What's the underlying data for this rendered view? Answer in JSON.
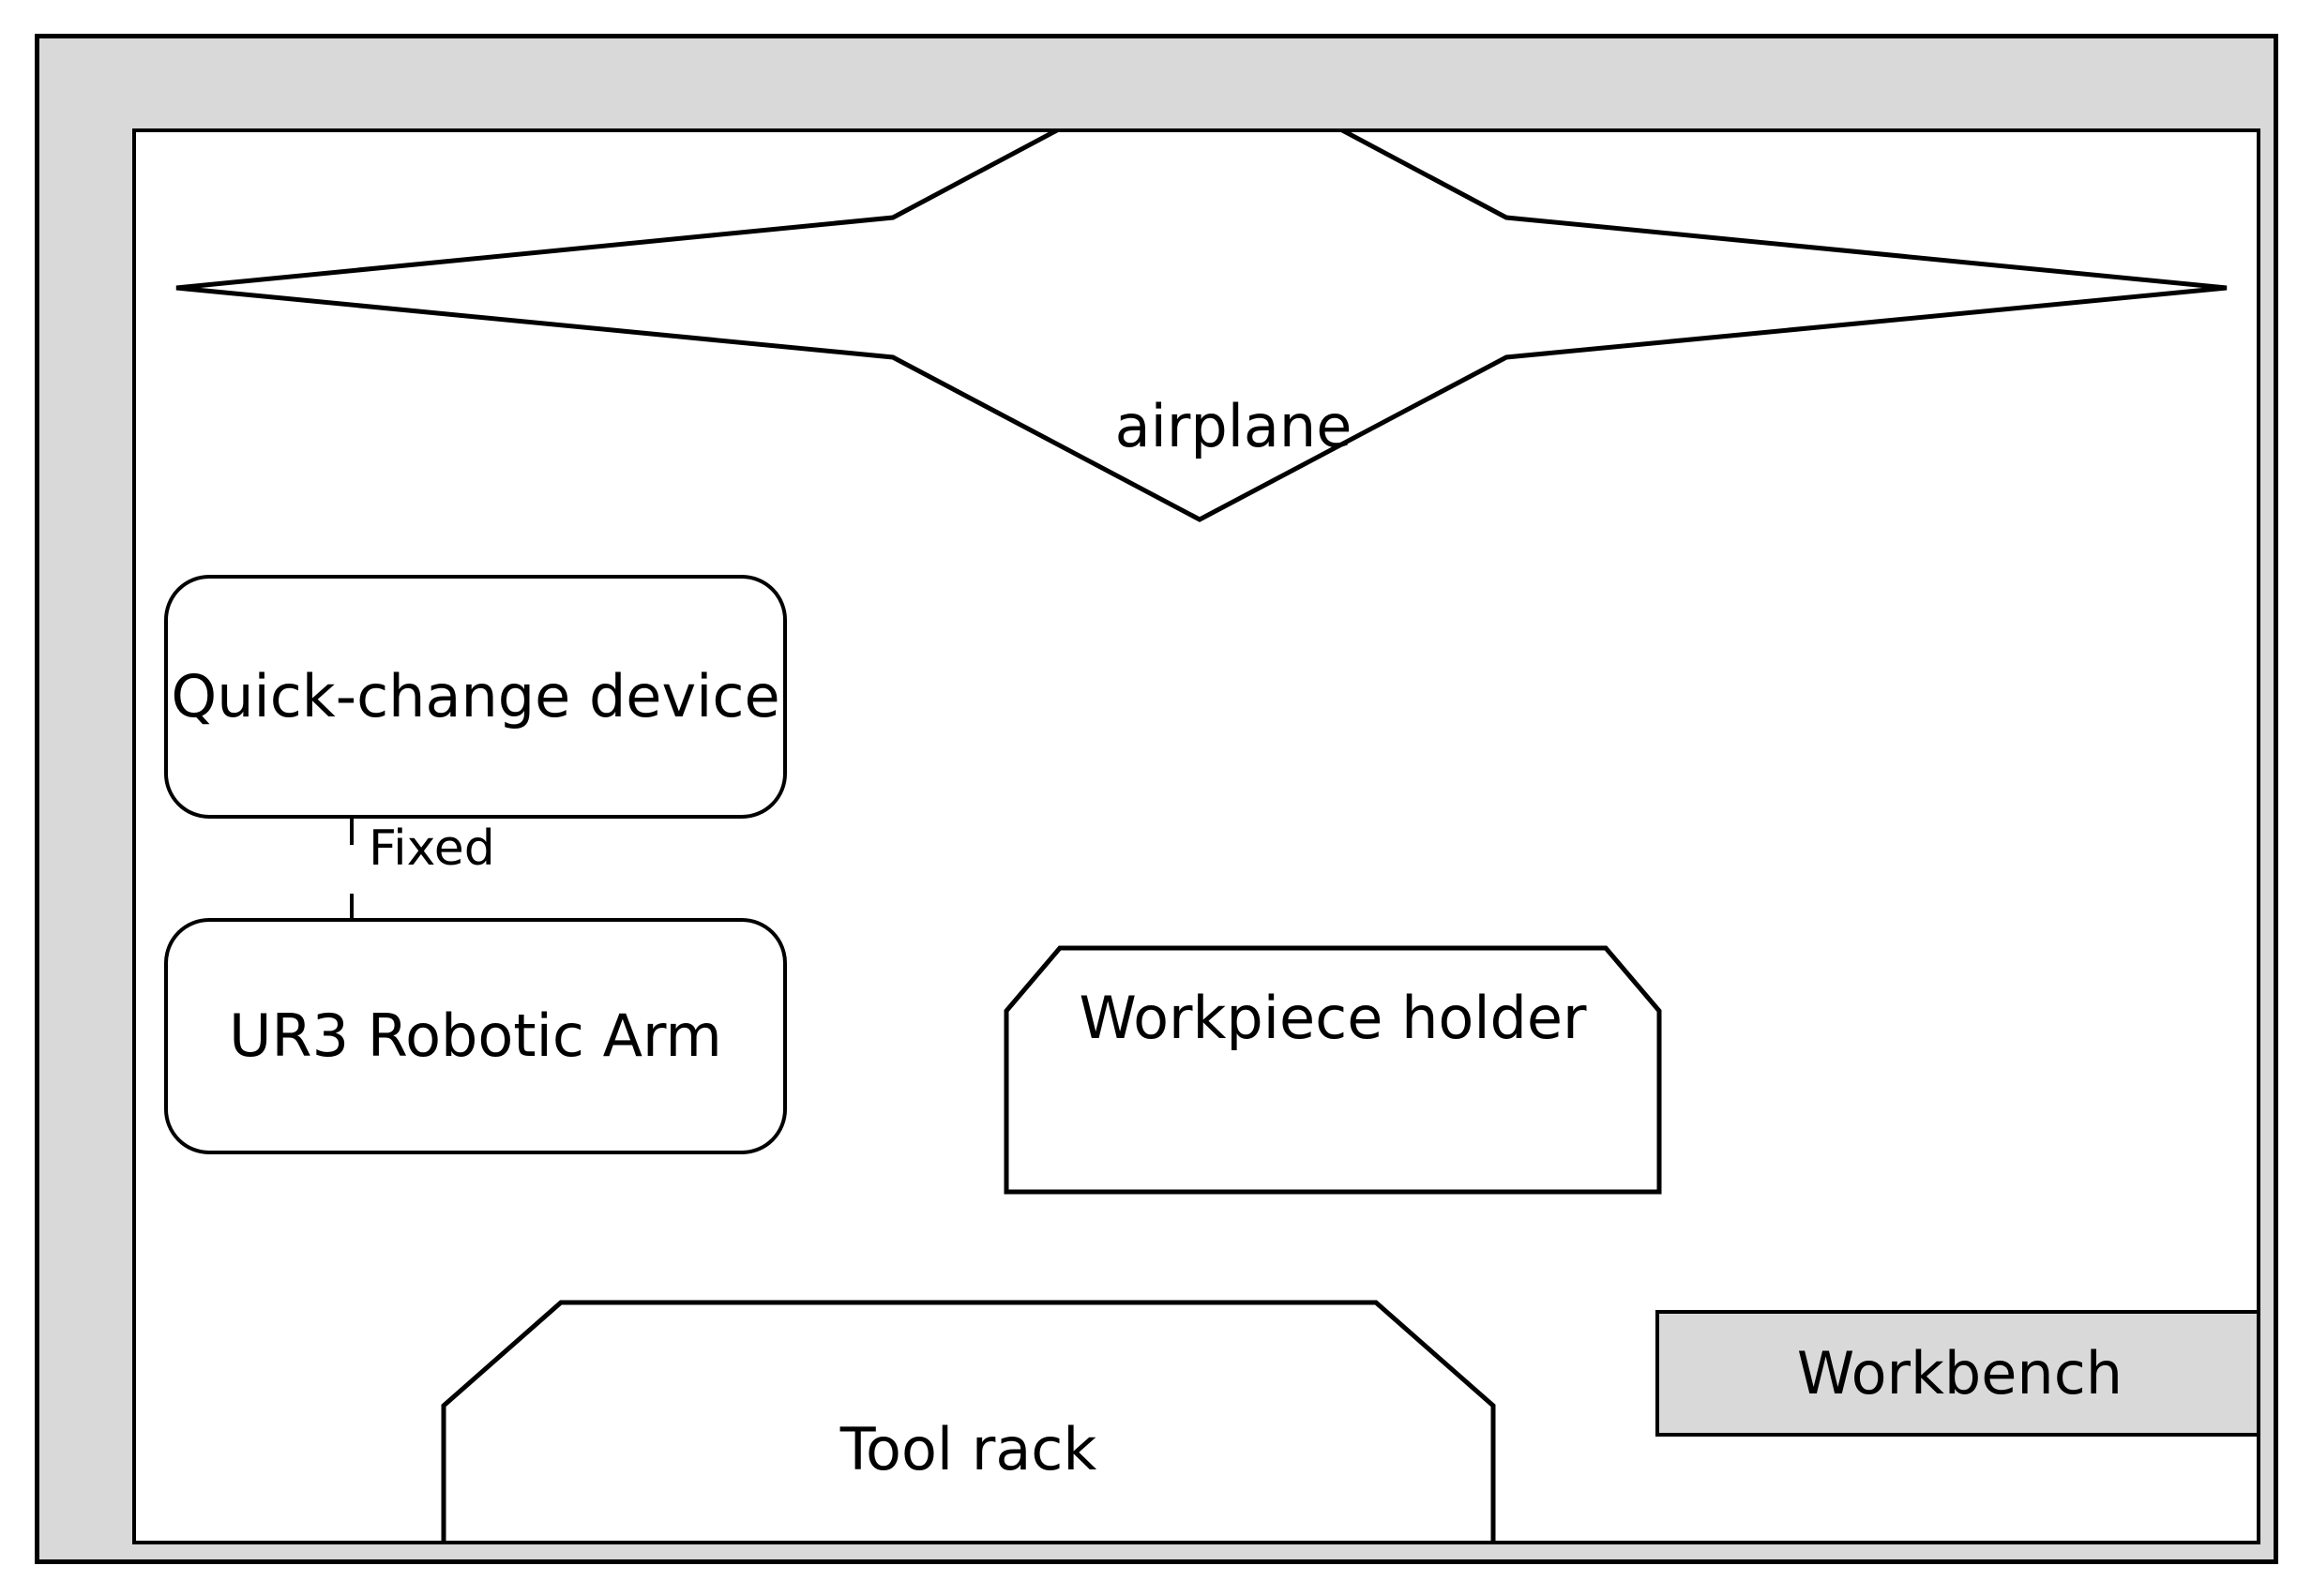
{
  "diagram": {
    "type": "workcell-layout-schematic",
    "frame": {
      "outer_fill": "#d9d9d9",
      "inner_fill": "#ffffff",
      "stroke": "#000000"
    },
    "nodes": {
      "airplane": {
        "label": "airplane",
        "shape": "airplane-outline"
      },
      "quick_change_device": {
        "label": "Quick-change device",
        "shape": "rounded-rect"
      },
      "ur3_robotic_arm": {
        "label": "UR3 Robotic Arm",
        "shape": "rounded-rect"
      },
      "workpiece_holder": {
        "label": "Workpiece holder",
        "shape": "chamfered-top-rect"
      },
      "tool_rack": {
        "label": "Tool rack",
        "shape": "chamfered-top-rect"
      },
      "workbench": {
        "label": "Workbench",
        "shape": "rect",
        "fill": "#d9d9d9"
      }
    },
    "connectors": [
      {
        "from": "quick_change_device",
        "to": "ur3_robotic_arm",
        "label": "Fixed"
      }
    ]
  }
}
